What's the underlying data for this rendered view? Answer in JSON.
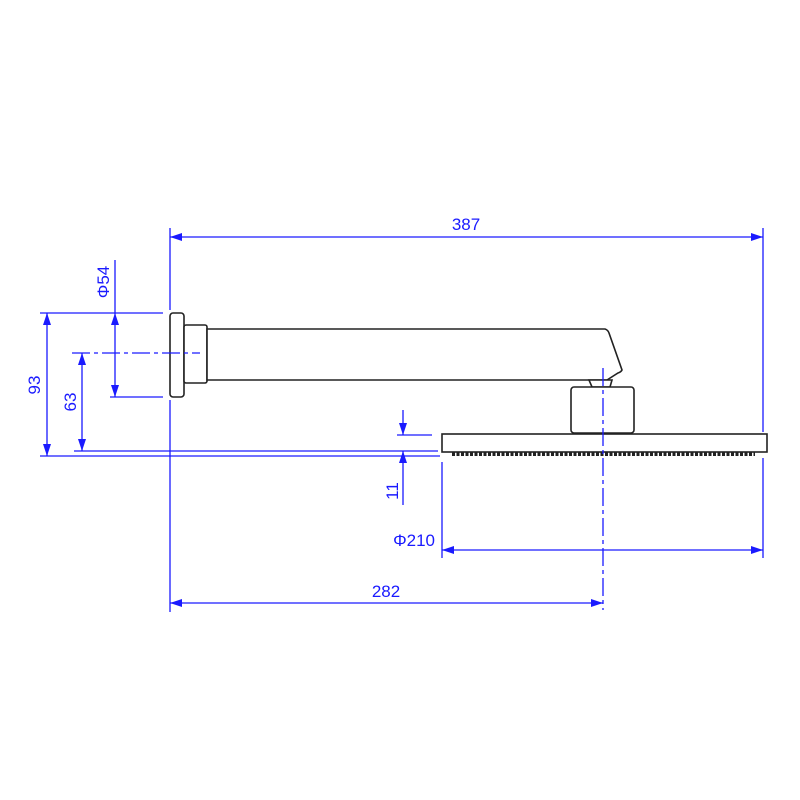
{
  "dimensions": {
    "overall_length": "387",
    "flange_diameter": "Φ54",
    "total_height": "93",
    "axis_height": "63",
    "head_thickness": "11",
    "head_diameter": "Φ210",
    "axis_to_center": "282"
  },
  "colors": {
    "dimension": "#1a1aff",
    "outline": "#222222"
  }
}
